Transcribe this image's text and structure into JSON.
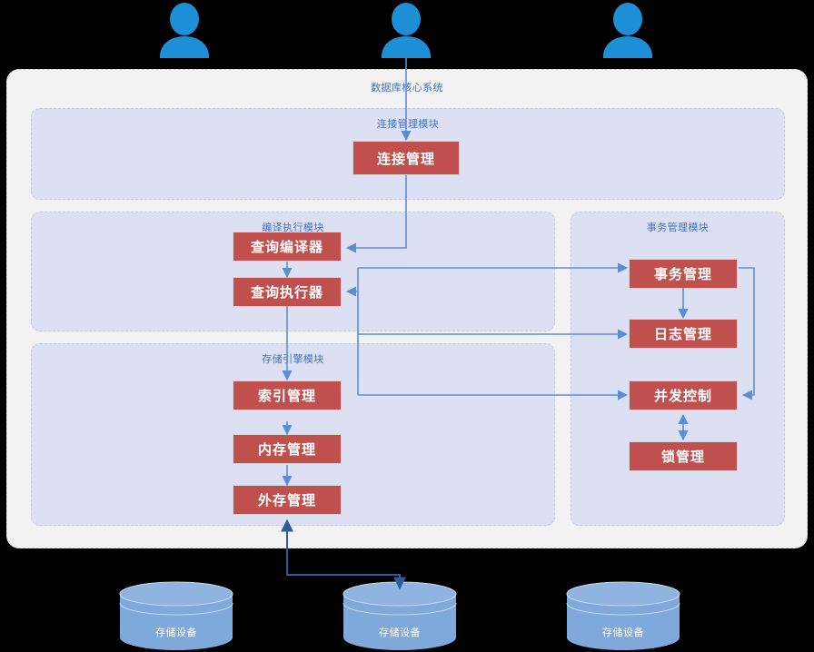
{
  "system": {
    "title": "数据库核心系统"
  },
  "actors": [
    {
      "name": "user-actor-left",
      "icon": "user-icon"
    },
    {
      "name": "user-actor-center",
      "icon": "user-icon"
    },
    {
      "name": "user-actor-right",
      "icon": "user-icon"
    }
  ],
  "modules": [
    {
      "id": "connection",
      "title": "连接管理模块",
      "components": [
        {
          "id": "connection-management",
          "label": "连接管理"
        }
      ]
    },
    {
      "id": "compile",
      "title": "编译执行模块",
      "components": [
        {
          "id": "query-compiler",
          "label": "查询编译器"
        },
        {
          "id": "query-executor",
          "label": "查询执行器"
        }
      ]
    },
    {
      "id": "storage",
      "title": "存储引擎模块",
      "components": [
        {
          "id": "index-management",
          "label": "索引管理"
        },
        {
          "id": "memory-management",
          "label": "内存管理"
        },
        {
          "id": "disk-management",
          "label": "外存管理"
        }
      ]
    },
    {
      "id": "transaction",
      "title": "事务管理模块",
      "components": [
        {
          "id": "transaction-management",
          "label": "事务管理"
        },
        {
          "id": "log-management",
          "label": "日志管理"
        },
        {
          "id": "concurrency-control",
          "label": "并发控制"
        },
        {
          "id": "lock-management",
          "label": "锁管理"
        }
      ]
    }
  ],
  "storage_devices": [
    {
      "id": "storage-device-1",
      "label": "存储设备"
    },
    {
      "id": "storage-device-2",
      "label": "存储设备"
    },
    {
      "id": "storage-device-3",
      "label": "存储设备"
    }
  ],
  "colors": {
    "component_fill": "#C0504D",
    "module_fill": "#DCE0F2",
    "system_fill": "#F2F2F2",
    "label_text": "#4472C4",
    "connector": "#5B8FD4",
    "connector_strong": "#2E5C9A",
    "actor_blue": "#1C8FD6",
    "cylinder_fill": "#7FA9DB",
    "background": "#000000"
  }
}
